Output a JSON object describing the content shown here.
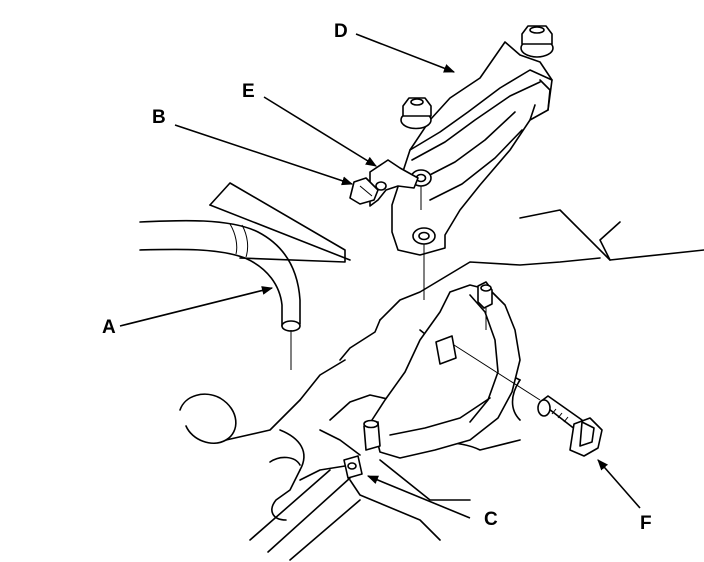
{
  "diagram": {
    "callouts": {
      "a": "A",
      "b": "B",
      "c": "C",
      "d": "D",
      "e": "E",
      "f": "F"
    }
  },
  "colors": {
    "line": "#000000",
    "background": "#ffffff"
  }
}
